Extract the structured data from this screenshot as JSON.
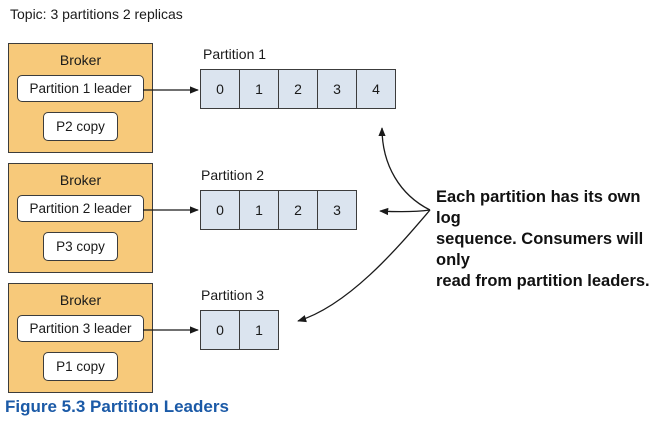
{
  "topic": "Topic: 3 partitions 2 replicas",
  "brokers": [
    {
      "title": "Broker",
      "leader": "Partition 1 leader",
      "copy": "P2 copy"
    },
    {
      "title": "Broker",
      "leader": "Partition 2 leader",
      "copy": "P3 copy"
    },
    {
      "title": "Broker",
      "leader": "Partition 3 leader",
      "copy": "P1 copy"
    }
  ],
  "partitions": [
    {
      "label": "Partition 1",
      "offsets": [
        "0",
        "1",
        "2",
        "3",
        "4"
      ]
    },
    {
      "label": "Partition 2",
      "offsets": [
        "0",
        "1",
        "2",
        "3"
      ]
    },
    {
      "label": "Partition 3",
      "offsets": [
        "0",
        "1"
      ]
    }
  ],
  "callout": {
    "lines": [
      "Each partition has its own log",
      "sequence. Consumers will only",
      "read from partition leaders."
    ]
  },
  "caption": "Figure 5.3 Partition Leaders",
  "colors": {
    "broker_fill": "#f7c97a",
    "cell_fill": "#dbe4ef",
    "caption": "#1b5aa7"
  }
}
